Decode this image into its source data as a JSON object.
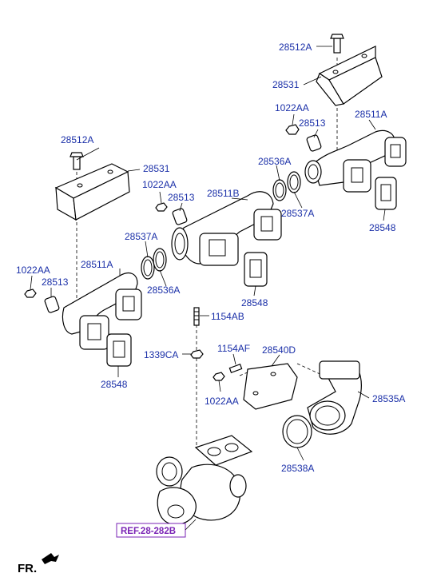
{
  "labels": {
    "p28512A_top": "28512A",
    "p28531_top": "28531",
    "p1022AA_r": "1022AA",
    "p28513_r": "28513",
    "p28511A_r": "28511A",
    "p28536A_r": "28536A",
    "p28537A_r": "28537A",
    "p28548_r": "28548",
    "p28512A_left": "28512A",
    "p28531_left": "28531",
    "p1022AA_m": "1022AA",
    "p28513_m": "28513",
    "p28511B": "28511B",
    "p28537A_m": "28537A",
    "p28536A_m": "28536A",
    "p28548_m": "28548",
    "p1022AA_l": "1022AA",
    "p28513_l": "28513",
    "p28511A_l": "28511A",
    "p28548_l": "28548",
    "p1154AB": "1154AB",
    "p1339CA": "1339CA",
    "p1154AF": "1154AF",
    "p28540D": "28540D",
    "p1022AA_b": "1022AA",
    "p28535A": "28535A",
    "p28538A": "28538A",
    "ref": "REF.28-282B",
    "fr": "FR."
  },
  "colors": {
    "label": "#1a2fa8",
    "ref": "#7a23b5",
    "line": "#000000"
  }
}
